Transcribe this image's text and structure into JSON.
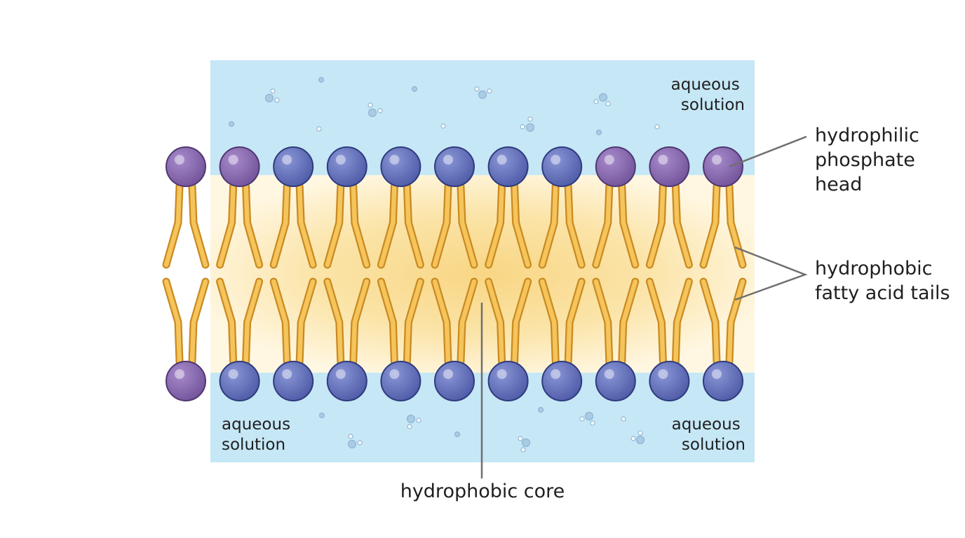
{
  "labels": {
    "aqueous_top_right": [
      "aqueous",
      "solution"
    ],
    "aqueous_bottom_left": [
      "aqueous",
      "solution"
    ],
    "aqueous_bottom_right": [
      "aqueous",
      "solution"
    ],
    "hydrophilic_head": [
      "hydrophilic",
      "phosphate",
      "head"
    ],
    "hydrophobic_tails": [
      "hydrophobic",
      "fatty acid tails"
    ],
    "hydrophobic_core": "hydrophobic core"
  },
  "colors": {
    "aqueous": "#c6e7f6",
    "core_light": "#fff6de",
    "core_center": "#f8d98a",
    "head_blue": "#6675bd",
    "head_purple": "#8d6cb2",
    "tail_fill": "#f5c45a",
    "tail_stroke": "#c98a22",
    "leader_line": "#707070"
  },
  "top_heads": [
    "purple",
    "purple",
    "blue",
    "blue",
    "blue",
    "blue",
    "blue",
    "blue",
    "purple",
    "purple",
    "purple"
  ],
  "bottom_heads": [
    "purple",
    "blue",
    "blue",
    "blue",
    "blue",
    "blue",
    "blue",
    "blue",
    "blue",
    "blue",
    "blue"
  ]
}
